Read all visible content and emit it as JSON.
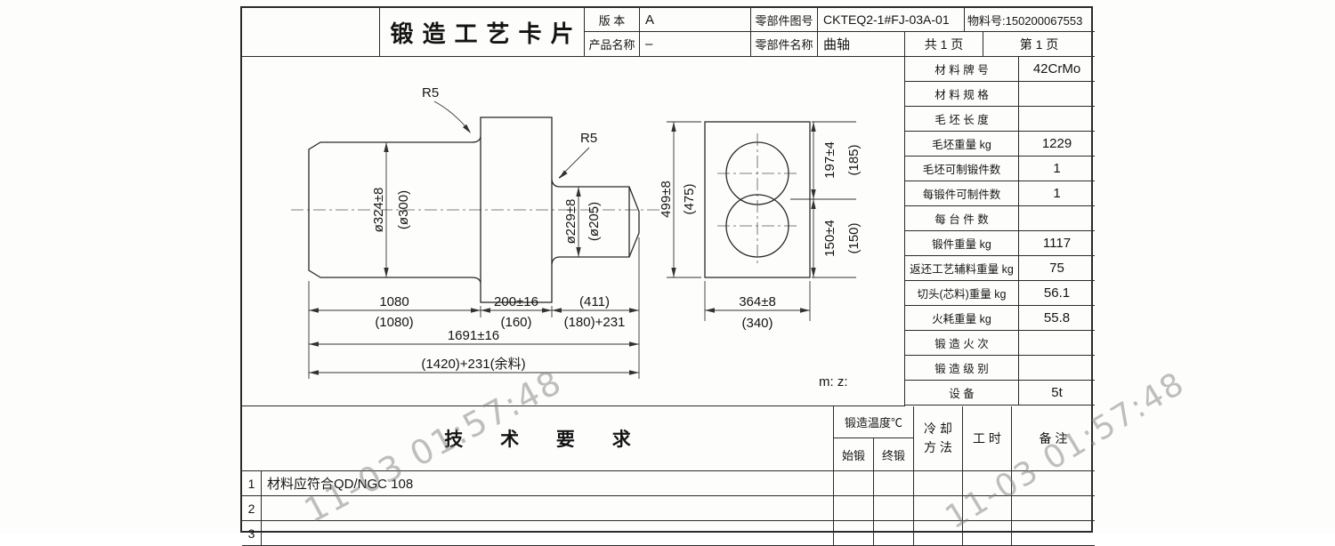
{
  "header": {
    "title": "锻造工艺卡片",
    "version_label": "版 本",
    "version_value": "A",
    "part_drawing_no_label": "零部件图号",
    "part_drawing_no_value": "CKTEQ2-1#FJ-03A-01",
    "material_no": "物料号:150200067553",
    "product_name_label": "产品名称",
    "product_name_value": "–",
    "part_name_label": "零部件名称",
    "part_name_value": "曲轴",
    "total_pages": "共 1 页",
    "page_number": "第 1 页"
  },
  "material_table": {
    "rows": [
      {
        "label": "材 料 牌 号",
        "value": "42CrMo"
      },
      {
        "label": "材 料 规 格",
        "value": ""
      },
      {
        "label": "毛 坯 长 度",
        "value": ""
      },
      {
        "label": "毛坯重量 kg",
        "value": "1229"
      },
      {
        "label": "毛坯可制锻件数",
        "value": "1"
      },
      {
        "label": "每锻件可制件数",
        "value": "1"
      },
      {
        "label": "每 台 件 数",
        "value": ""
      },
      {
        "label": "锻件重量 kg",
        "value": "1117"
      },
      {
        "label": "返还工艺辅料重量 kg",
        "value": "75"
      },
      {
        "label": "切头(芯料)重量 kg",
        "value": "56.1"
      },
      {
        "label": "火耗重量 kg",
        "value": "55.8"
      },
      {
        "label": "锻 造 火 次",
        "value": ""
      },
      {
        "label": "锻 造 级 别",
        "value": ""
      },
      {
        "label": "设  备",
        "value": "5t"
      }
    ]
  },
  "drawing": {
    "fillet_left": "R5",
    "fillet_right": "R5",
    "dia_main": "ø324±8",
    "dia_main_ref": "(ø300)",
    "dia_journal": "ø229±8",
    "dia_journal_ref": "(ø205)",
    "len_seg1": "1080",
    "len_seg1_ref": "(1080)",
    "len_seg2": "200±16",
    "len_seg2_ref": "(160)",
    "len_seg3": "(411)",
    "len_seg3_ref": "(180)+231",
    "len_total": "1691±16",
    "len_total_ref": "(1420)+231(余料)",
    "height_total": "499±8",
    "height_total_ref": "(475)",
    "offset_top": "197±4",
    "offset_top_ref": "(185)",
    "offset_bottom": "150±4",
    "offset_bottom_ref": "(150)",
    "width_end": "364±8",
    "width_end_ref": "(340)",
    "note": "m: z:"
  },
  "tech_requirements": {
    "title": "技 术 要 求",
    "temp_header": "锻造温度℃",
    "temp_start": "始锻",
    "temp_end": "终锻",
    "cooling_line1": "冷 却",
    "cooling_line2": "方 法",
    "work_hours": "工 时",
    "remarks": "备 注",
    "rows": [
      {
        "no": "1",
        "text": "材料应符合QD/NGC 108"
      },
      {
        "no": "2",
        "text": ""
      },
      {
        "no": "3",
        "text": ""
      }
    ]
  },
  "watermark": {
    "text": "11-03 01:57:48"
  }
}
